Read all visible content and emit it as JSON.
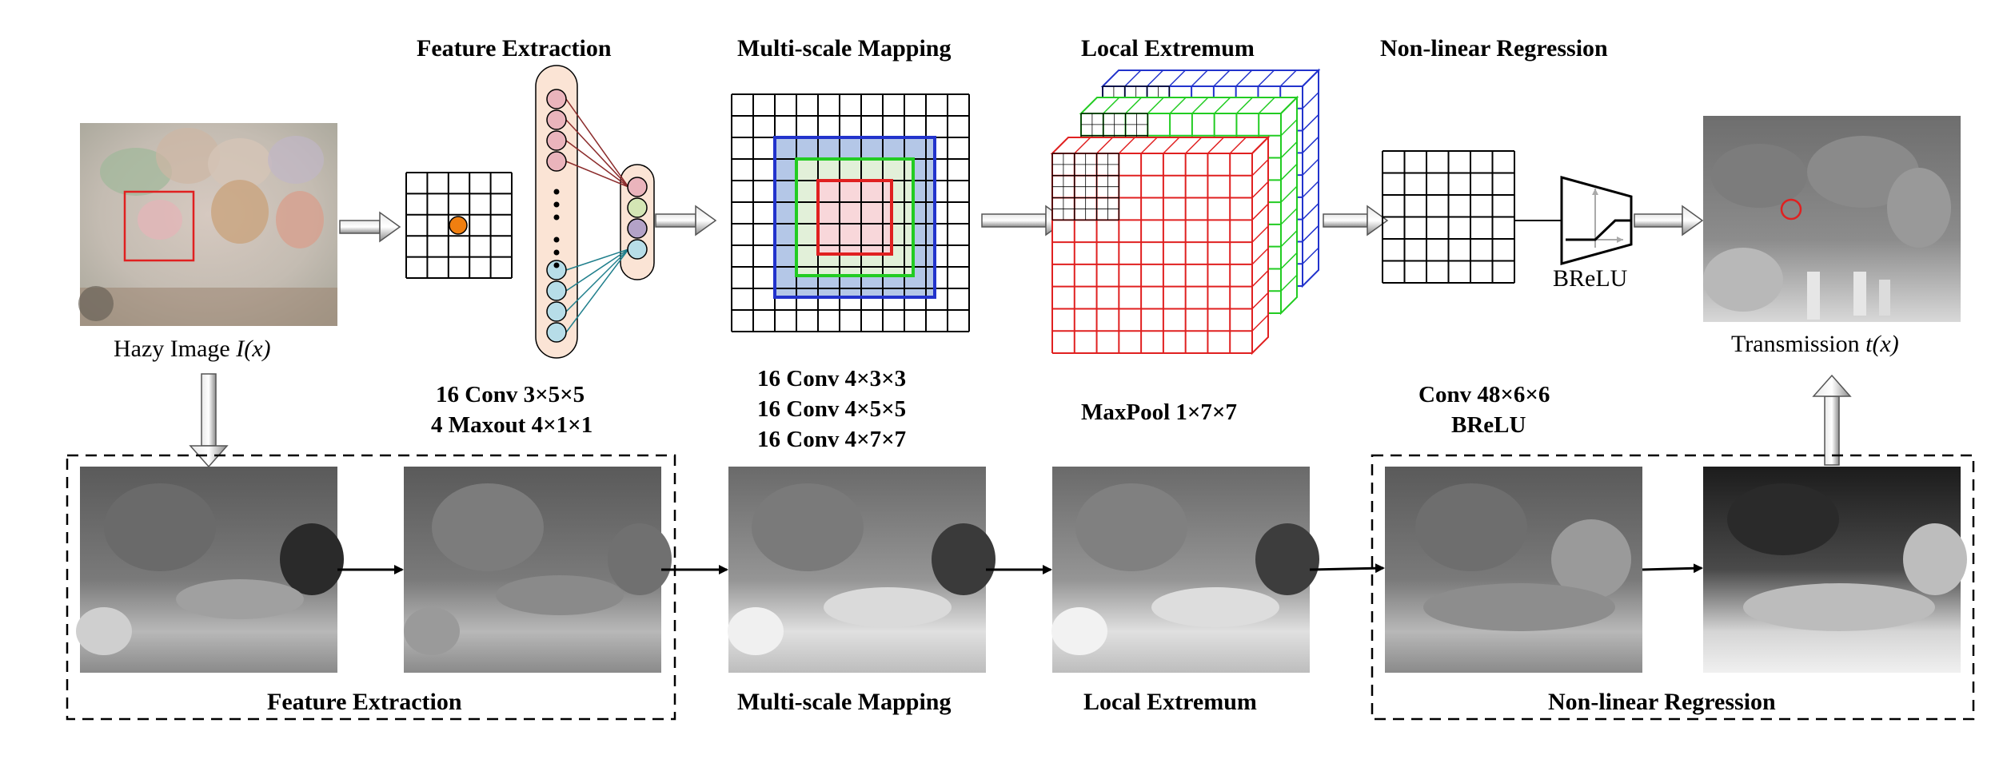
{
  "titles": {
    "feature_extraction": "Feature Extraction",
    "multiscale_mapping": "Multi-scale Mapping",
    "local_extremum": "Local Extremum",
    "nonlinear_regression": "Non-linear Regression"
  },
  "captions": {
    "hazy_image": "Hazy Image ",
    "hazy_image_symbol": "I(x)",
    "transmission": "Transmission ",
    "transmission_symbol": "t(x)",
    "brelu": "BReLU"
  },
  "params": {
    "fe_line1": "16 Conv  3×5×5",
    "fe_line2": "4 Maxout  4×1×1",
    "ms_line1": "16 Conv  4×3×3",
    "ms_line2": "16 Conv  4×5×5",
    "ms_line3": "16 Conv  4×7×7",
    "le_line1": "MaxPool  1×7×7",
    "nr_line1": "Conv  48×6×6",
    "nr_line2": "BReLU"
  },
  "bottom_labels": {
    "feature_extraction": "Feature Extraction",
    "multiscale_mapping": "Multi-scale Mapping",
    "local_extremum": "Local Extremum",
    "nonlinear_regression": "Non-linear Regression"
  },
  "colors": {
    "red": "#e02020",
    "green": "#22cc22",
    "blue": "#2233cc",
    "neuron_pink": "#eab4bc",
    "neuron_cyan": "#b7dde8",
    "neuron_green": "#d4e6b5",
    "neuron_purple": "#b3a2c7",
    "orange_dot": "#f07f10",
    "capsule_fill": "#fbe4d5"
  }
}
